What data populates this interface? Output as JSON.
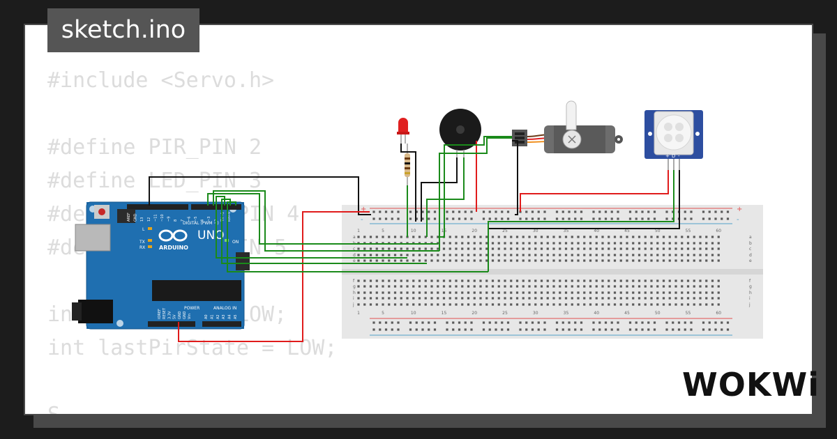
{
  "window": {
    "filename": "sketch.ino"
  },
  "code_lines": [
    "#include <Servo.h>",
    "",
    "#define PIR_PIN 2",
    "#define LED_PIN 3",
    "#define BUZZER_PIN 4",
    "#define SERVO_PIN 5",
    "",
    "int pirState = LOW;",
    "int lastPirState = LOW;",
    "",
    "S"
  ],
  "arduino": {
    "model": "UNO",
    "brand": "ARDUINO",
    "digital_header": "DIGITAL (PWM ~)",
    "power_header": "POWER",
    "analog_header": "ANALOG IN",
    "on_label": "ON",
    "tx_label": "TX",
    "rx_label": "RX",
    "l_label": "L",
    "top_pins": [
      "AREF",
      "GND",
      "13",
      "12",
      "~11",
      "~10",
      "~9",
      "8",
      "7",
      "~6",
      "~5",
      "4",
      "~3",
      "2",
      "TX→1",
      "RX←0"
    ],
    "power_pins": [
      "IOREF",
      "RESET",
      "3.3V",
      "5V",
      "GND",
      "GND",
      "Vin"
    ],
    "analog_pins": [
      "A0",
      "A1",
      "A2",
      "A3",
      "A4",
      "A5"
    ]
  },
  "breadboard": {
    "column_numbers": [
      "1",
      "5",
      "10",
      "15",
      "20",
      "25",
      "30",
      "35",
      "40",
      "45",
      "50",
      "55",
      "60"
    ],
    "top_rows": [
      "a",
      "b",
      "c",
      "d",
      "e"
    ],
    "bottom_rows": [
      "f",
      "g",
      "h",
      "i",
      "j"
    ],
    "rail_plus": "+",
    "rail_minus": "-"
  },
  "pir": {
    "pin_labels": [
      "+",
      "D",
      "-"
    ]
  },
  "brand": {
    "logo": "WOKWi"
  },
  "colors": {
    "wire_red": "#e01b1b",
    "wire_black": "#111111",
    "wire_green": "#1a8a1a",
    "board_blue": "#1f6fb0",
    "led_red": "#e02020"
  }
}
